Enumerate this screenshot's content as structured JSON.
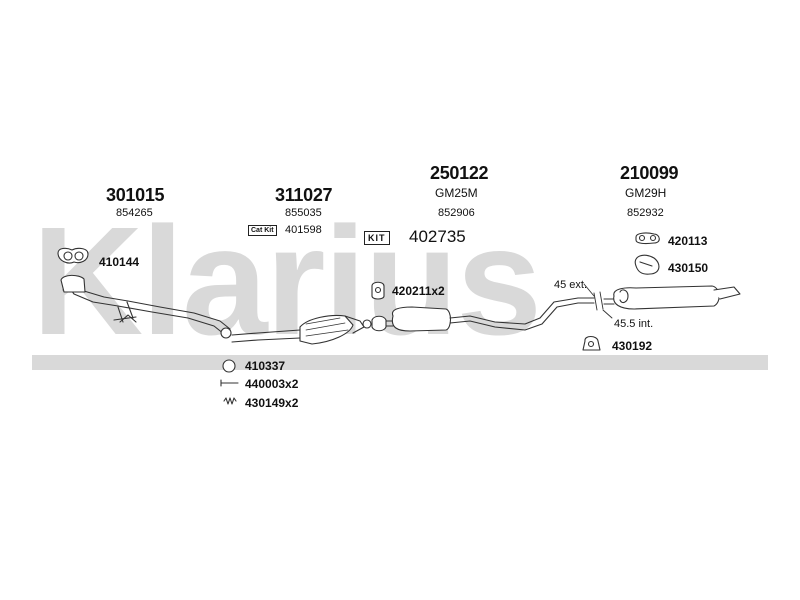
{
  "watermark": {
    "brand": "Klarius"
  },
  "groups": [
    {
      "part": "301015",
      "ref": "854265"
    },
    {
      "part": "311027",
      "ref": "855035"
    },
    {
      "part": "250122",
      "model": "GM25M",
      "ref": "852906"
    },
    {
      "part": "210099",
      "model": "GM29H",
      "ref": "852932"
    }
  ],
  "catkit": {
    "badge": "Cat Kit",
    "number": "401598"
  },
  "kit": {
    "badge": "KIT",
    "number": "402735"
  },
  "components": {
    "gasket_front": "410144",
    "ring": "410337",
    "bolt": "440003x2",
    "spring": "430149x2",
    "mount_mid": "420211x2",
    "mount_rear_top": "420113",
    "hanger_rear": "430150",
    "clamp_rear": "430192"
  },
  "dimensions": {
    "ext": "45 ext.",
    "int": "45.5 int."
  }
}
